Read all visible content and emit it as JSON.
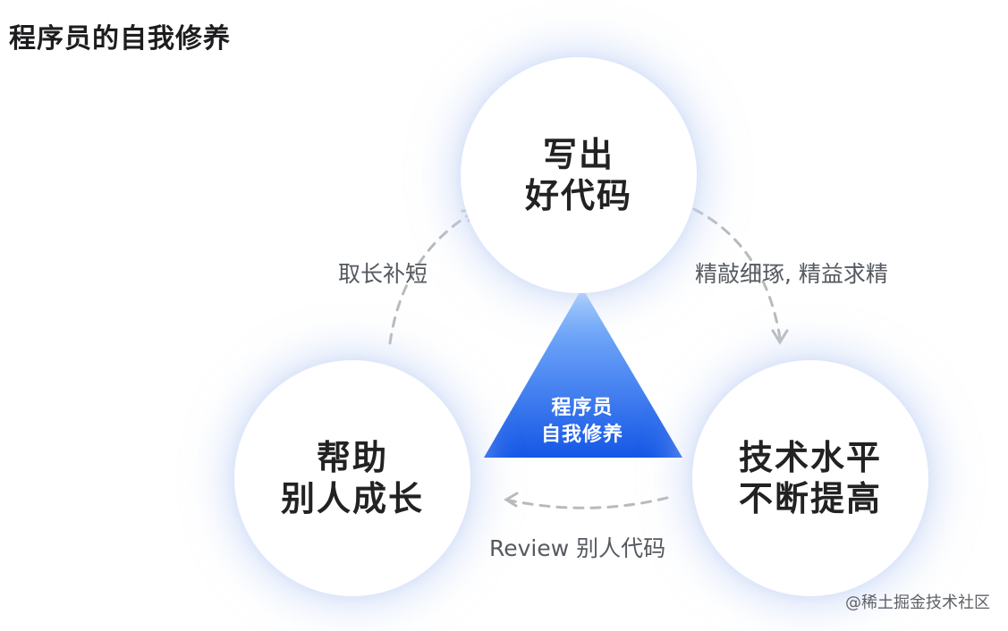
{
  "title": "程序员的自我修养",
  "center": {
    "line1": "程序员",
    "line2": "自我修养"
  },
  "nodes": {
    "top": {
      "line1": "写出",
      "line2": "好代码"
    },
    "right": {
      "line1": "技术水平",
      "line2": "不断提高"
    },
    "left": {
      "line1": "帮助",
      "line2": "别人成长"
    }
  },
  "edges": {
    "top_to_right": "精敲细琢, 精益求精",
    "right_to_left": "Review 别人代码",
    "left_to_top": "取长补短"
  },
  "watermark": "@稀土掘金技术社区",
  "colors": {
    "triangle_top": "#8fc2ff",
    "triangle_bottom": "#1557e6",
    "arrow": "#b8babd"
  }
}
